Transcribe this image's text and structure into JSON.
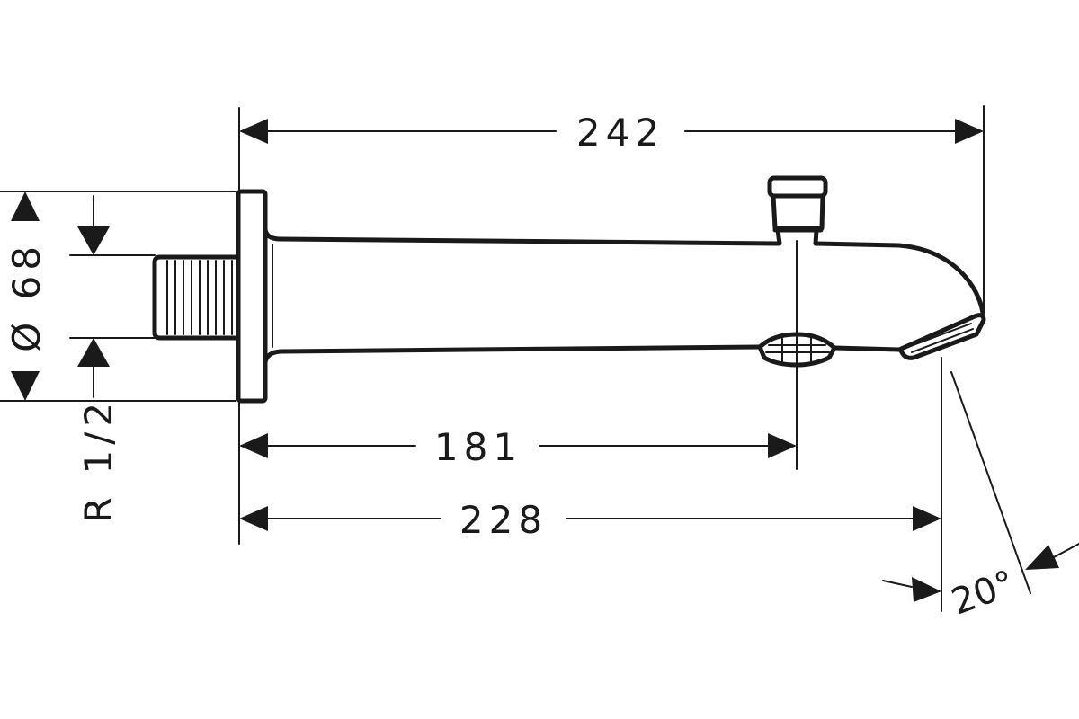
{
  "drawing": {
    "dimensions": {
      "overall_length": "242",
      "to_diverter": "181",
      "to_outlet": "228",
      "flange_diameter": "Ø 68",
      "thread": "R 1/2",
      "outlet_angle": "20°"
    }
  }
}
